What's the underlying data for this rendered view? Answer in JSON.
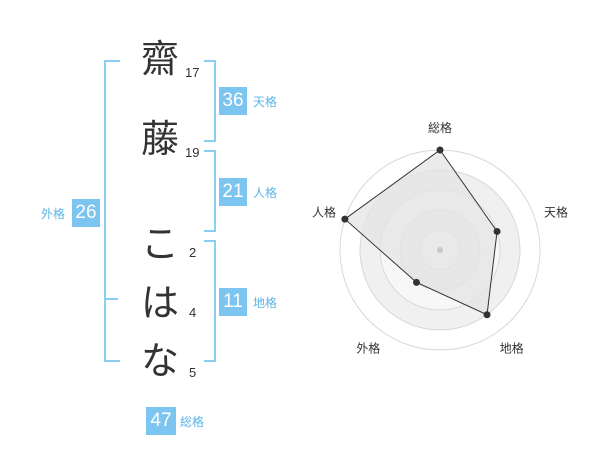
{
  "name": {
    "chars": [
      {
        "char": "齋",
        "strokes": "17"
      },
      {
        "char": "藤",
        "strokes": "19"
      },
      {
        "char": "こ",
        "strokes": "2"
      },
      {
        "char": "は",
        "strokes": "4"
      },
      {
        "char": "な",
        "strokes": "5"
      }
    ]
  },
  "fortunes": {
    "tenkaku": {
      "value": "36",
      "label": "天格"
    },
    "jinkaku": {
      "value": "21",
      "label": "人格"
    },
    "chikaku": {
      "value": "11",
      "label": "地格"
    },
    "gaikaku": {
      "value": "26",
      "label": "外格"
    },
    "soukaku": {
      "value": "47",
      "label": "総格"
    }
  },
  "chart_data": {
    "type": "radar",
    "axes": [
      "総格",
      "天格",
      "地格",
      "外格",
      "人格"
    ],
    "values": [
      5,
      3,
      4,
      2,
      5
    ],
    "max": 5,
    "rings": 5,
    "colors": {
      "fill": "#e4e4e4",
      "line": "#333333",
      "point": "#333333",
      "ring": "#d8d8d8"
    }
  },
  "colors": {
    "accent": "#7cc5f0",
    "accent_text": "#5bb4e8",
    "bracket": "#8ccdf2"
  }
}
